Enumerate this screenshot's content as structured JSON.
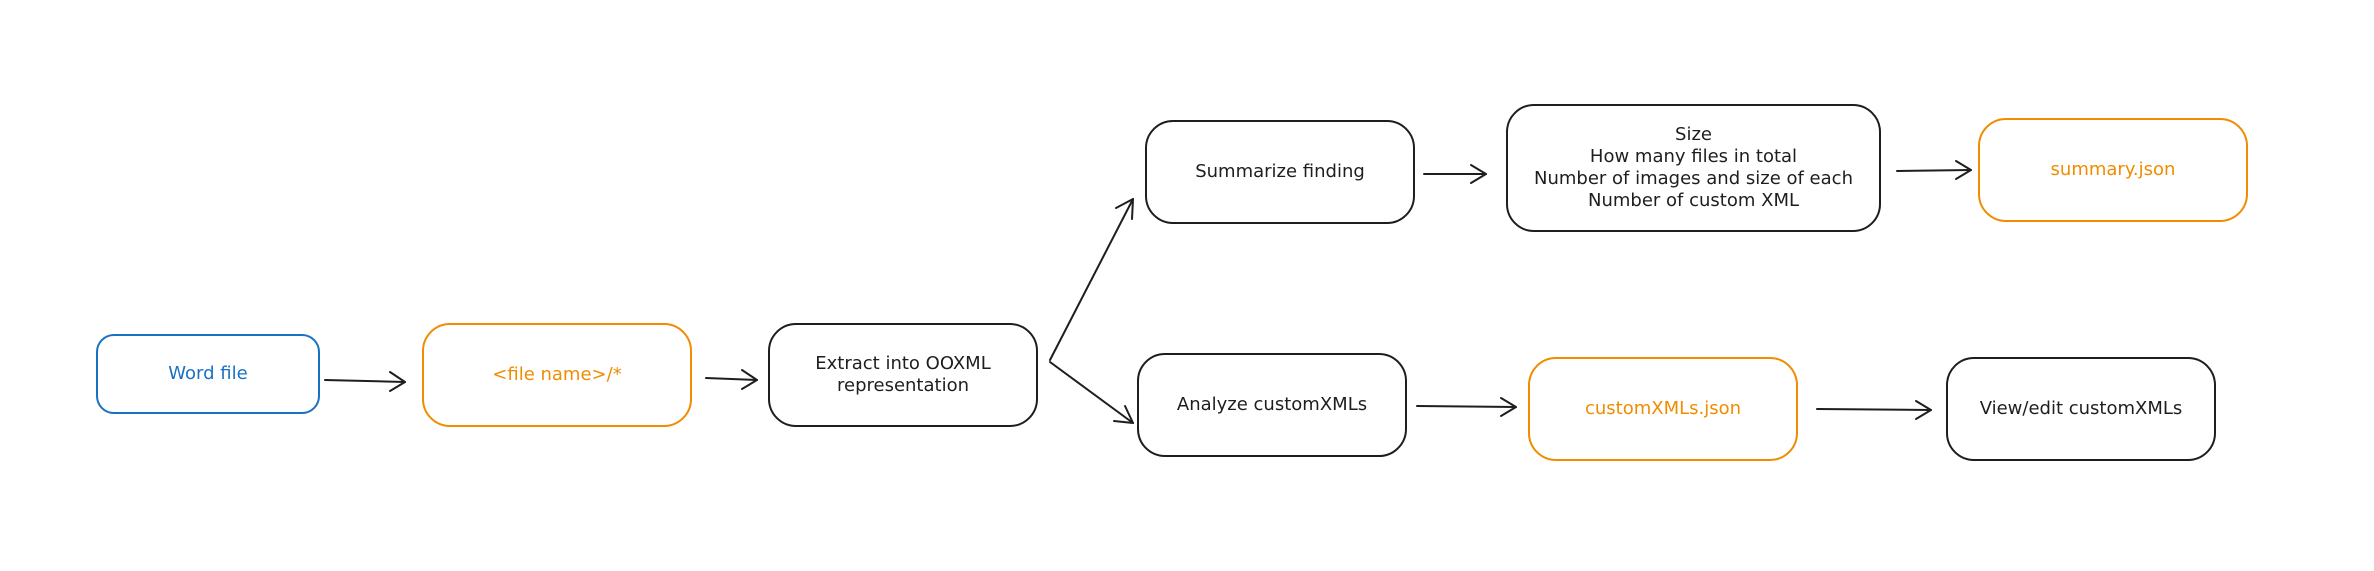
{
  "diagram": {
    "nodes": {
      "word_file": "Word file",
      "file_name": "<file name>/*",
      "extract": "Extract into OOXML\nrepresentation",
      "summarize": "Summarize finding",
      "summary_details": "Size\nHow many files in total\nNumber of images and size of each\nNumber of custom XML",
      "summary_json": "summary.json",
      "analyze": "Analyze customXMLs",
      "customxmls_json": "customXMLs.json",
      "view_edit": "View/edit customXMLs"
    },
    "colors": {
      "input": "#1971c2",
      "output": "#f08c00",
      "stroke": "#1e1e1e"
    }
  }
}
